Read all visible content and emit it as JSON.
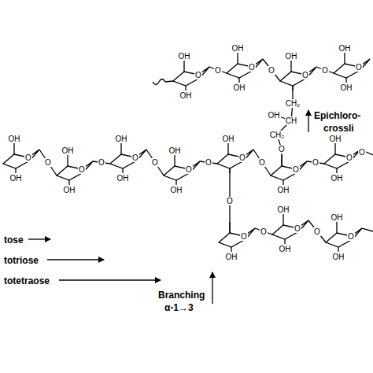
{
  "diagram": {
    "labels": [
      "O",
      "OH",
      "OH",
      "O",
      "OH",
      "OH",
      "O",
      "OH",
      "O",
      "OH",
      "OH",
      "O",
      "OH",
      "OH",
      "O",
      "OH",
      "OH",
      "O",
      "OH",
      "OH",
      "O",
      "OH",
      "OH",
      "O",
      "OH",
      "O",
      "OH",
      "O",
      "OH",
      "OH",
      "O",
      "OH",
      "O",
      "OH",
      "OH",
      "O",
      "OH",
      "OH",
      "O",
      "O",
      "O",
      "O",
      "O",
      "O",
      "O",
      "O",
      "O",
      "O",
      "O",
      "O",
      "O",
      "O",
      "CH₂",
      "CH",
      "OH",
      "CH₂",
      "Epichloro-",
      "crossli",
      "tose",
      "totriose",
      "totetraose",
      "Branching",
      "α-1→3"
    ]
  }
}
